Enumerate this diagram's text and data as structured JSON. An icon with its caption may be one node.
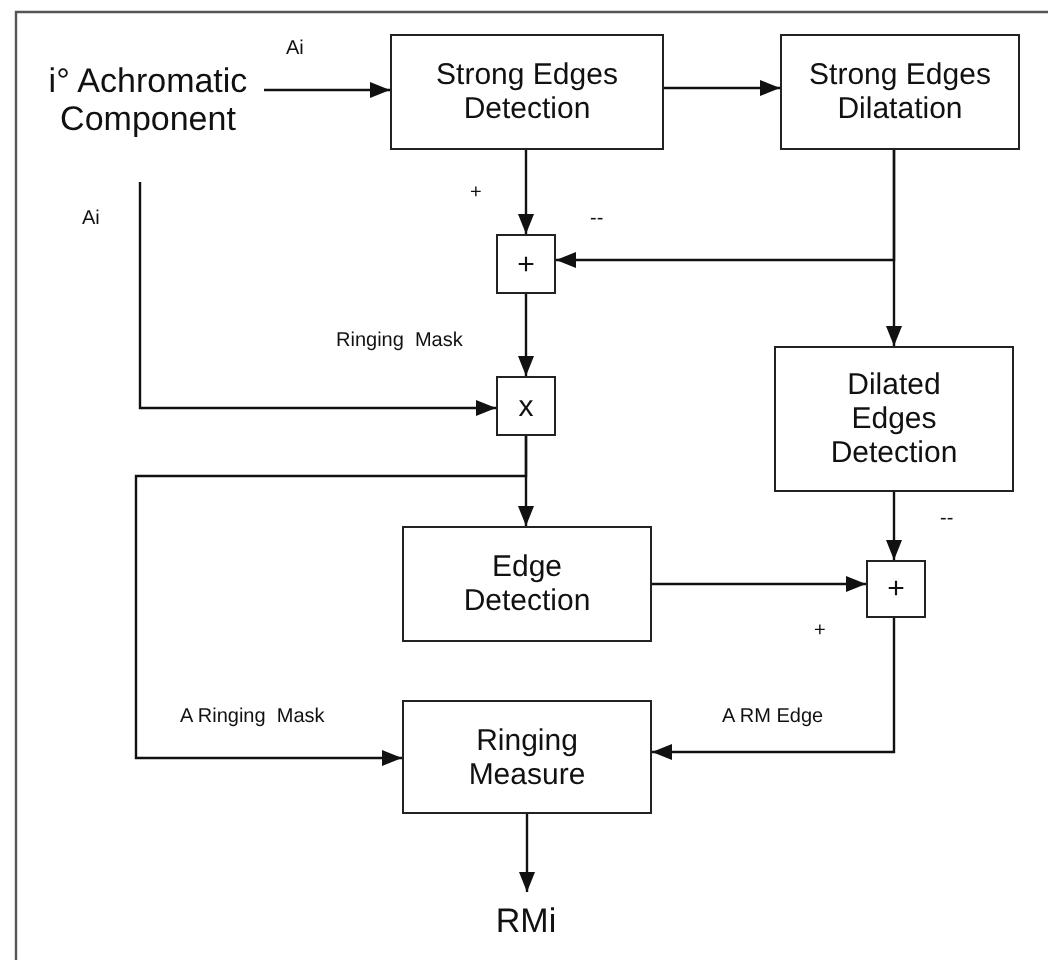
{
  "diagram": {
    "nodes": [
      {
        "text": [
          "i° Achromatic Component"
        ]
      },
      {
        "text": [
          "Strong Edges Detection"
        ]
      },
      {
        "text": [
          "Strong Edges Dilatation"
        ]
      },
      {
        "text": [
          "+"
        ]
      },
      {
        "text": [
          "x"
        ]
      },
      {
        "text": [
          "Dilated Edges Detection"
        ]
      },
      {
        "text": [
          "Edge Detection"
        ]
      },
      {
        "text": [
          "+"
        ]
      },
      {
        "text": [
          "Ringing Measure"
        ]
      },
      {
        "text": [
          "RMi"
        ]
      }
    ],
    "edges": [
      {
        "from": 0,
        "to": 1,
        "arrow": "to",
        "label": "Ai"
      },
      {
        "from": 1,
        "to": 2,
        "arrow": "to"
      },
      {
        "from": 1,
        "to": 3,
        "arrow": "to"
      },
      {
        "from": 2,
        "to": 3,
        "arrow": "to"
      },
      {
        "from": 2,
        "to": 5,
        "arrow": "to"
      },
      {
        "from": 0,
        "to": 4,
        "arrow": "to",
        "label": "Ai"
      },
      {
        "from": 3,
        "to": 4,
        "arrow": "to",
        "label": "Ringing  Mask"
      },
      {
        "from": 4,
        "to": 6,
        "arrow": "to"
      },
      {
        "from": 4,
        "to": 8,
        "arrow": "to",
        "label": "A Ringing  Mask"
      },
      {
        "from": 5,
        "to": 7,
        "arrow": "to"
      },
      {
        "from": 6,
        "to": 7,
        "arrow": "to"
      },
      {
        "from": 7,
        "to": 8,
        "arrow": "to",
        "label": "A RM Edge"
      },
      {
        "from": 8,
        "to": 9,
        "arrow": "to"
      }
    ],
    "labels": [
      "+",
      "--",
      "--",
      "+"
    ]
  }
}
